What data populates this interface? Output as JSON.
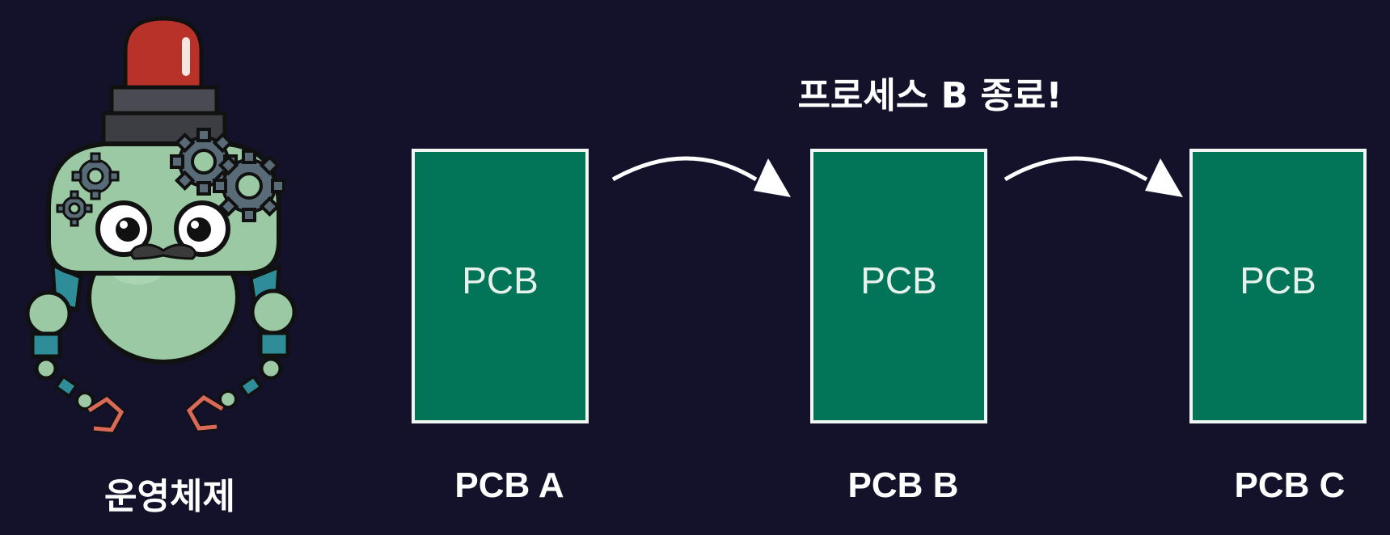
{
  "title": "프로세스 B 종료!",
  "os_label": "운영체제",
  "pcbs": [
    {
      "box_text": "PCB",
      "name": "PCB A"
    },
    {
      "box_text": "PCB",
      "name": "PCB B"
    },
    {
      "box_text": "PCB",
      "name": "PCB C"
    }
  ],
  "links": [
    {
      "from": "PCB A",
      "to": "PCB B"
    },
    {
      "from": "PCB B",
      "to": "PCB C"
    }
  ],
  "colors": {
    "background": "#13122a",
    "pcb_fill": "#027558",
    "pcb_border": "#f2f6f2",
    "text": "#ffffff",
    "robot_body": "#9bc9a4",
    "robot_light": "#b8322a",
    "gear": "#5a6b78"
  },
  "icons": {
    "mascot": "robot-mascot-icon",
    "alarm": "alarm-light-icon",
    "gear": "gear-icon",
    "arrow": "curved-arrow-icon"
  }
}
